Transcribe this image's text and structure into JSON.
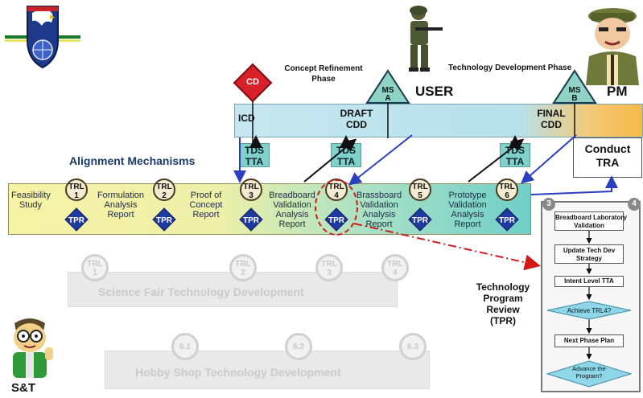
{
  "phases": {
    "concept_refinement": "Concept Refinement\nPhase",
    "technology_development": "Technology Development Phase"
  },
  "milestones": {
    "cd": "CD",
    "ms_a_top": "MS",
    "ms_a_bottom": "A",
    "ms_b_top": "MS",
    "ms_b_bottom": "B"
  },
  "roles": {
    "user": "USER",
    "pm": "PM",
    "st": "S&T"
  },
  "requirements_bar": {
    "icd": "ICD",
    "draft_cdd": "DRAFT\nCDD",
    "final_cdd": "FINAL\nCDD"
  },
  "conduct_tra": "Conduct\nTRA",
  "alignment_title": "Alignment Mechanisms",
  "tds_tta": [
    "TDS\nTTA",
    "TDS\nTTA",
    "TDS\nTTA"
  ],
  "main_row": {
    "stages": [
      "Feasibility\nStudy",
      "Formulation\nAnalysis\nReport",
      "Proof of\nConcept\nReport",
      "Breadboard\nValidation\nAnalysis\nReport",
      "Brassboard\nValidation\nAnalysis\nReport",
      "Prototype\nValidation\nAnalysis\nReport"
    ],
    "trl": [
      {
        "label": "TRL",
        "num": "1"
      },
      {
        "label": "TRL",
        "num": "2"
      },
      {
        "label": "TRL",
        "num": "3"
      },
      {
        "label": "TRL",
        "num": "4"
      },
      {
        "label": "TRL",
        "num": "5"
      },
      {
        "label": "TRL",
        "num": "6"
      }
    ],
    "tpr": "TPR"
  },
  "science_fair": {
    "title": "Science Fair Technology Development",
    "trl": [
      {
        "label": "TRL",
        "num": "1"
      },
      {
        "label": "TRL",
        "num": "2"
      },
      {
        "label": "TRL",
        "num": "3"
      },
      {
        "label": "TRL",
        "num": "4"
      }
    ]
  },
  "hobby_shop": {
    "title": "Hobby Shop Technology Development",
    "nodes": [
      "6.1",
      "6.2",
      "6.3"
    ]
  },
  "tpr_label": "Technology\nProgram\nReview\n(TPR)",
  "flow": {
    "badge_left": "3",
    "badge_right": "4",
    "steps": [
      "Breadboard Laboratory\nValidation",
      "Update Tech Dev\nStrategy",
      "Intent Level TTA",
      "Achieve TRL4?",
      "Next Phase Plan",
      "Advance the\nProgram?"
    ]
  },
  "colors": {
    "bar_gradient_left": "#f6f2a6",
    "bar_gradient_right": "#6fcfc8",
    "req_bar": "#bfe0ec",
    "req_bar_right": "#f6b94a",
    "tds_box": "#7fd1c9",
    "tpr_diamond": "#1f3aa0",
    "cd_diamond": "#d8202a",
    "ms_triangle": "#8fd3c6",
    "arrow_blue": "#2b3fbf",
    "arrow_red": "#d11b1b"
  }
}
